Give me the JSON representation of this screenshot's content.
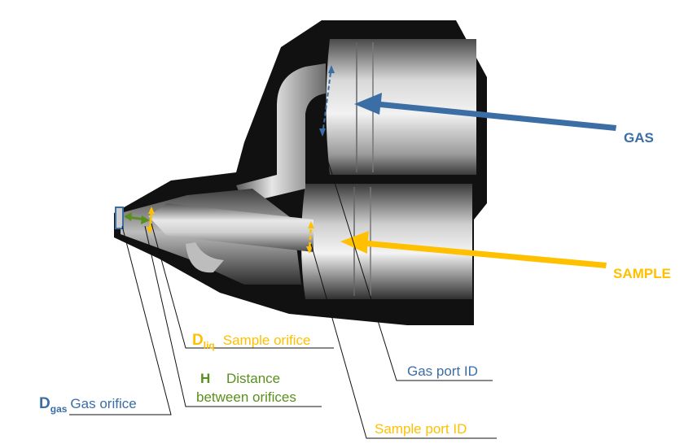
{
  "labels": {
    "gas": "GAS",
    "sample": "SAMPLE",
    "d_liq_symbol": "D",
    "d_liq_sub": "liq",
    "d_liq_text": "Sample orifice",
    "h_symbol": "H",
    "h_text_line1": "Distance",
    "h_text_line2": "between orifices",
    "d_gas_symbol": "D",
    "d_gas_sub": "gas",
    "d_gas_text": "Gas orifice",
    "gas_port": "Gas port ID",
    "sample_port": "Sample port ID"
  },
  "colors": {
    "gas": "#3A6EA5",
    "sample": "#FFC000",
    "distance": "#5A8F1E",
    "body": "#111111"
  }
}
